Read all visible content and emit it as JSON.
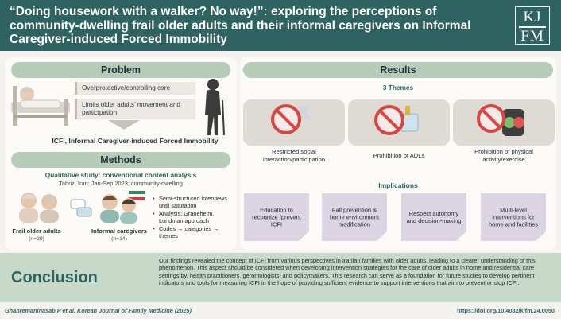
{
  "header": {
    "title": "“Doing housework with a walker? No way!”: exploring the perceptions of community-dwelling frail older adults and their informal caregivers on Informal Caregiver-induced Forced Immobility",
    "logo_top": "KJ",
    "logo_bottom": "FM"
  },
  "problem": {
    "heading": "Problem",
    "items": [
      "Overprotective/controlling care",
      "Limits older adults’ movement and participation"
    ],
    "result": "ICFI, Informal Caregiver-induced Forced Immobility"
  },
  "methods": {
    "heading": "Methods",
    "study": "Qualitative study: conventional content analysis",
    "setting": "Tabriz, Iran; Jan-Sep 2023; community-dwelling",
    "bullets": [
      "Semi-structured interviews until saturation",
      "Analysis: Graneheim, Lundman approach",
      "Codes → categories → themes"
    ],
    "groups": [
      {
        "label": "Frail older adults",
        "n": "(n=20)"
      },
      {
        "label": "Informal caregivers",
        "n": "(n=14)"
      }
    ]
  },
  "results": {
    "heading": "Results",
    "themes_label": "3 Themes",
    "themes": [
      "Restricted social interaction/participation",
      "Prohibition of ADLs",
      "Prohibition of physical activity/exercise"
    ],
    "implications_label": "Implications",
    "implications": [
      "Education to recognize /prevent ICFI",
      "Fall prevention & home environment modification",
      "Respect autonomy and decision-making",
      "Multi-level interventions for home and facilities"
    ]
  },
  "conclusion": {
    "heading": "Conclusion",
    "text": "Our findings revealed the concept of ICFI from various perspectives in Iranian families with older adults, leading to a clearer understanding of this phenomenon. This aspect should be considered when developing intervention strategies for the care of older adults in home and residential care settings by, health practitioners, gerontologists, and policymakers. This research can serve as a foundation for future studies to develop pertinent indicators and tools for measuring ICFI in the hope of providing sufficient evidence to support interventions that aim to prevent or stop ICFI."
  },
  "footer": {
    "citation": "Ghahremaninasab P et al. Korean Journal of  Family Medicine (2025)",
    "doi": "https://doi.org/10.4082/kjfm.24.0050"
  },
  "colors": {
    "header": "#2f6361",
    "pill": "#b5ccb9",
    "conclusion_band": "#c7d9c9",
    "implication_card": "#dcd3e3",
    "theme_card": "#dedbd5"
  }
}
